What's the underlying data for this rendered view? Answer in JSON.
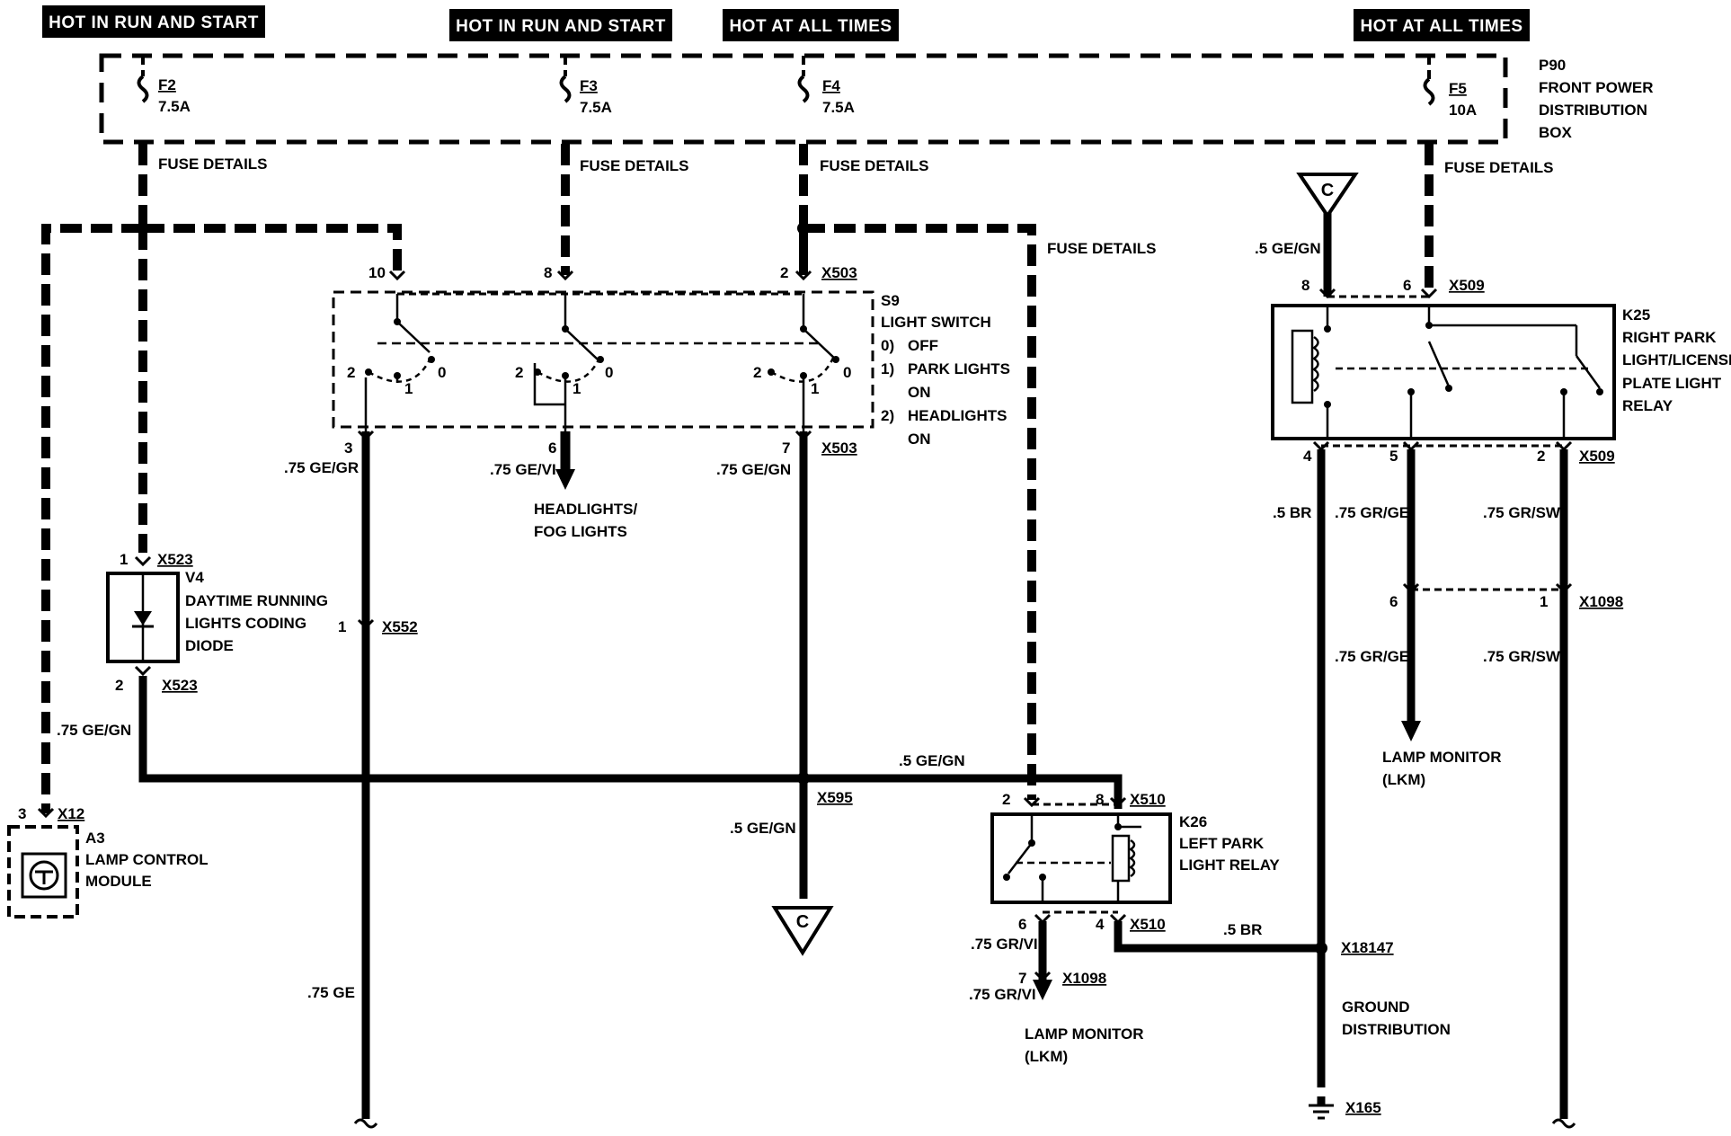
{
  "headers": {
    "h1": "HOT IN RUN AND START",
    "h2": "HOT IN RUN AND START",
    "h3": "HOT AT ALL TIMES",
    "h4": "HOT AT ALL TIMES"
  },
  "fuses": {
    "f2_id": "F2",
    "f2_rating": "7.5A",
    "f3_id": "F3",
    "f3_rating": "7.5A",
    "f4_id": "F4",
    "f4_rating": "7.5A",
    "f5_id": "F5",
    "f5_rating": "10A"
  },
  "p90": {
    "id": "P90",
    "line1": "FRONT POWER",
    "line2": "DISTRIBUTION",
    "line3": "BOX"
  },
  "fuse_details": "FUSE DETAILS",
  "light_switch": {
    "id": "S9",
    "name": "LIGHT SWITCH",
    "p0_num": "0)",
    "p0_text": "OFF",
    "p1_num": "1)",
    "p1_text": "PARK LIGHTS",
    "p1_text2": "ON",
    "p2_num": "2)",
    "p2_text": "HEADLIGHTS",
    "p2_text2": "ON",
    "pos_2": "2",
    "pos_1": "1",
    "pos_0": "0"
  },
  "pins": {
    "s9_10": "10",
    "s9_8": "8",
    "s9_2": "2",
    "s9_3": "3",
    "s9_6": "6",
    "s9_7": "7",
    "v4_1": "1",
    "v4_2": "2",
    "x552_1": "1",
    "x12_3": "3",
    "k26_2": "2",
    "k26_8": "8",
    "k26_6": "6",
    "k26_4": "4",
    "x1098_7": "7",
    "k25_8": "8",
    "k25_6": "6",
    "k25_4": "4",
    "k25_5": "5",
    "k25_2": "2",
    "x1098_6": "6",
    "x1098_1": "1"
  },
  "connectors": {
    "x503_top": "X503",
    "x503_bot": "X503",
    "x523_top": "X523",
    "x523_bot": "X523",
    "x552": "X552",
    "x595": "X595",
    "x12": "X12",
    "x510_top": "X510",
    "x510_bot": "X510",
    "x1098_left": "X1098",
    "x509_top": "X509",
    "x509_bot": "X509",
    "x1098_right": "X1098",
    "x18147": "X18147",
    "x165": "X165"
  },
  "wires": {
    "w_75gegr": ".75 GE/GR",
    "w_75gevi": ".75 GE/VI",
    "w_75gegn_sw": ".75 GE/GN",
    "w_75gegn_v4": ".75 GE/GN",
    "w_5gegn_bus": ".5 GE/GN",
    "w_5gegn_c": ".5 GE/GN",
    "w_75ge": ".75 GE",
    "w_75grvi_a": ".75 GR/VI",
    "w_75grvi_b": ".75 GR/VI",
    "w_5br_k26": ".5 BR",
    "w_5gegn_k25": ".5 GE/GN",
    "w_5br_k25": ".5 BR",
    "w_75grge_a": ".75 GR/GE",
    "w_75grge_b": ".75 GR/GE",
    "w_75grsw_a": ".75 GR/SW",
    "w_75grsw_b": ".75 GR/SW"
  },
  "components": {
    "v4_id": "V4",
    "v4_l1": "DAYTIME RUNNING",
    "v4_l2": "LIGHTS CODING",
    "v4_l3": "DIODE",
    "a3_id": "A3",
    "a3_l1": "LAMP CONTROL",
    "a3_l2": "MODULE",
    "k26_id": "K26",
    "k26_l1": "LEFT PARK",
    "k26_l2": "LIGHT RELAY",
    "k25_id": "K25",
    "k25_l1": "RIGHT PARK",
    "k25_l2": "LIGHT/LICENSE",
    "k25_l3": "PLATE LIGHT",
    "k25_l4": "RELAY"
  },
  "destinations": {
    "headlights_l1": "HEADLIGHTS/",
    "headlights_l2": "FOG LIGHTS",
    "lkm_a_l1": "LAMP MONITOR",
    "lkm_a_l2": "(LKM)",
    "lkm_b_l1": "LAMP MONITOR",
    "lkm_b_l2": "(LKM)",
    "ground_l1": "GROUND",
    "ground_l2": "DISTRIBUTION",
    "c_label": "C"
  }
}
